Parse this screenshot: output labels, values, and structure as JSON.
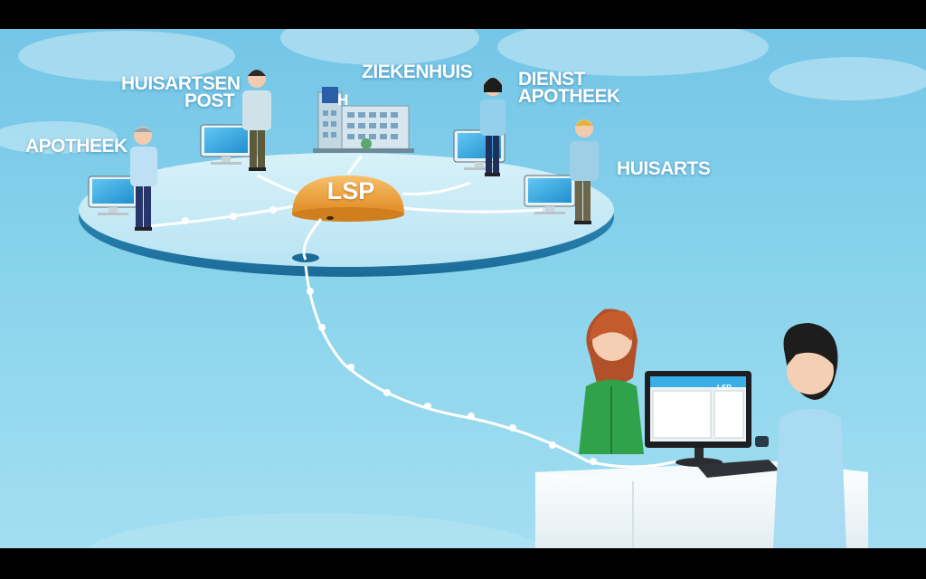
{
  "nodes": {
    "huisartsenpost": [
      "HUISARTSEN",
      "POST"
    ],
    "ziekenhuis": "ZIEKENHUIS",
    "dienstapotheek": [
      "DIENST",
      "APOTHEEK"
    ],
    "apotheek": "APOTHEEK",
    "huisarts": "HUISARTS"
  },
  "hub": {
    "label": "LSP"
  },
  "hospital_sign": "H",
  "counter_screen": {
    "label": "LSP"
  },
  "colors": {
    "sky": "#8ad4ec",
    "platform": "#cfedf7",
    "platform_rim": "#2379a8",
    "hub": "#f2a943",
    "monitor_screen": "#3aaee6",
    "customer_jacket": "#2fa24a",
    "pharmacist_uniform": "#a9dcf2"
  }
}
